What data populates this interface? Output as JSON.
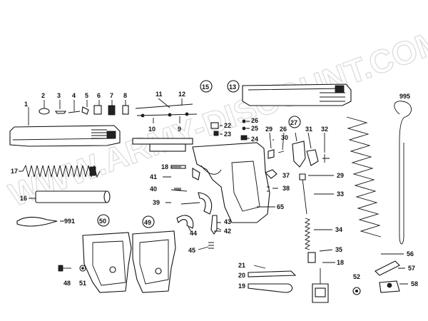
{
  "watermark": "WWW.ARMY-DISCOUNT.COM",
  "labels": [
    {
      "id": "1",
      "text": "1"
    },
    {
      "id": "2",
      "text": "2"
    },
    {
      "id": "3",
      "text": "3"
    },
    {
      "id": "4",
      "text": "4"
    },
    {
      "id": "5",
      "text": "5"
    },
    {
      "id": "6",
      "text": "6"
    },
    {
      "id": "7",
      "text": "7"
    },
    {
      "id": "8",
      "text": "8"
    },
    {
      "id": "9",
      "text": "9"
    },
    {
      "id": "10",
      "text": "10"
    },
    {
      "id": "11",
      "text": "11"
    },
    {
      "id": "12",
      "text": "12"
    },
    {
      "id": "13",
      "text": "13"
    },
    {
      "id": "15",
      "text": "15"
    },
    {
      "id": "16",
      "text": "16"
    },
    {
      "id": "17",
      "text": "17"
    },
    {
      "id": "18a",
      "text": "18"
    },
    {
      "id": "18b",
      "text": "18"
    },
    {
      "id": "19",
      "text": "19"
    },
    {
      "id": "20",
      "text": "20"
    },
    {
      "id": "21",
      "text": "21"
    },
    {
      "id": "22",
      "text": "22"
    },
    {
      "id": "23",
      "text": "23"
    },
    {
      "id": "24",
      "text": "24"
    },
    {
      "id": "25",
      "text": "25"
    },
    {
      "id": "26a",
      "text": "26"
    },
    {
      "id": "26b",
      "text": "26"
    },
    {
      "id": "27",
      "text": "27"
    },
    {
      "id": "29a",
      "text": "29"
    },
    {
      "id": "29b",
      "text": "29"
    },
    {
      "id": "30",
      "text": "30"
    },
    {
      "id": "31",
      "text": "31"
    },
    {
      "id": "32",
      "text": "32"
    },
    {
      "id": "33",
      "text": "33"
    },
    {
      "id": "34",
      "text": "34"
    },
    {
      "id": "35",
      "text": "35"
    },
    {
      "id": "37",
      "text": "37"
    },
    {
      "id": "38",
      "text": "38"
    },
    {
      "id": "39",
      "text": "39"
    },
    {
      "id": "40",
      "text": "40"
    },
    {
      "id": "41",
      "text": "41"
    },
    {
      "id": "42",
      "text": "42"
    },
    {
      "id": "43",
      "text": "43"
    },
    {
      "id": "44",
      "text": "44"
    },
    {
      "id": "45",
      "text": "45"
    },
    {
      "id": "48",
      "text": "48"
    },
    {
      "id": "49",
      "text": "49"
    },
    {
      "id": "50",
      "text": "50"
    },
    {
      "id": "51",
      "text": "51"
    },
    {
      "id": "52",
      "text": "52"
    },
    {
      "id": "56",
      "text": "56"
    },
    {
      "id": "57",
      "text": "57"
    },
    {
      "id": "58",
      "text": "58"
    },
    {
      "id": "65",
      "text": "65"
    },
    {
      "id": "991",
      "text": "991"
    },
    {
      "id": "995",
      "text": "995"
    }
  ]
}
